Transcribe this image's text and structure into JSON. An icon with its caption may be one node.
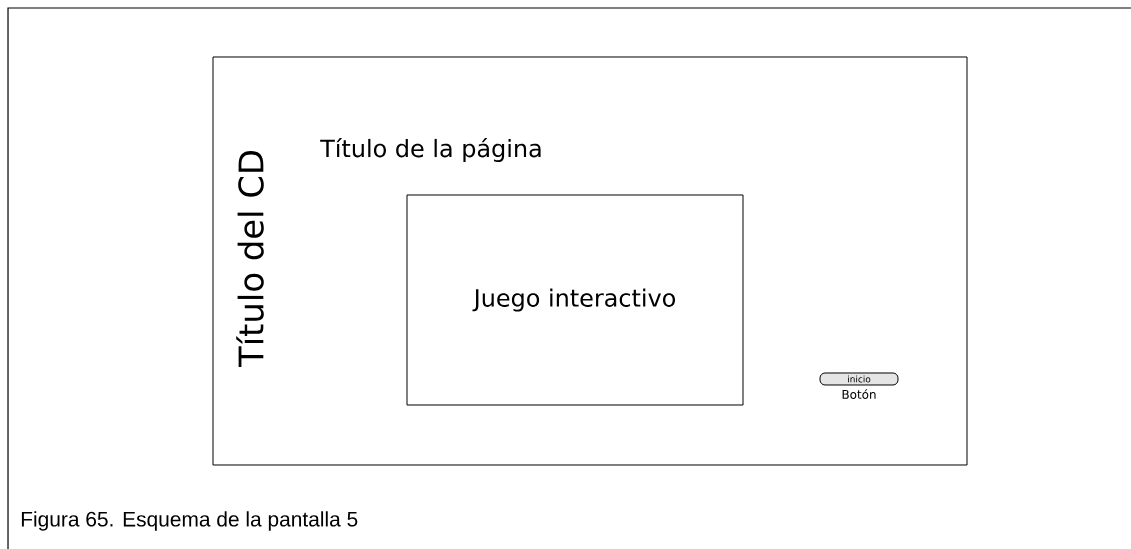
{
  "diagram": {
    "caption": "Figura 65. Esquema de la pantalla 5",
    "nodes": [
      {
        "text": [
          "Título del CD",
          "Título de la página"
        ]
      },
      {
        "text": [
          "Juego interactivo"
        ],
        "in": 0
      },
      {
        "text": [
          "inicio"
        ],
        "in": 0,
        "beside": [
          "Botón"
        ]
      }
    ]
  }
}
